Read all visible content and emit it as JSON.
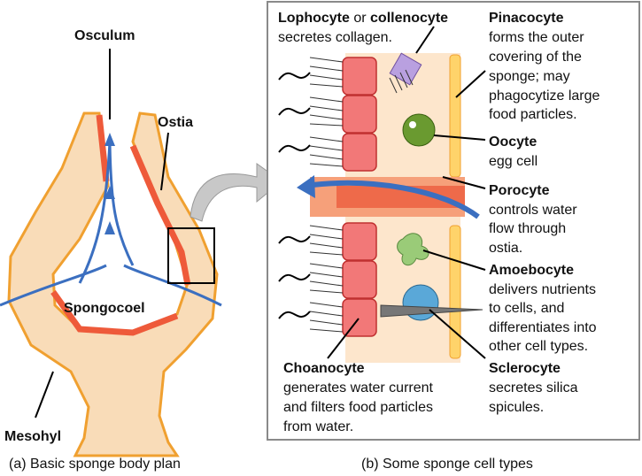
{
  "left": {
    "labels": {
      "osculum": "Osculum",
      "ostia": "Ostia",
      "spongocoel": "Spongocoel",
      "mesohyl": "Mesohyl"
    },
    "caption": "(a) Basic sponge body plan"
  },
  "right": {
    "caption": "(b) Some sponge cell types",
    "lophocyte": {
      "title1": "Lophocyte",
      "or": " or ",
      "title2": "collenocyte",
      "lines": [
        "secretes collagen."
      ]
    },
    "pinacocyte": {
      "title": "Pinacocyte",
      "lines": [
        "forms the outer",
        "covering of the",
        "sponge; may",
        "phagocytize large",
        "food particles."
      ]
    },
    "oocyte": {
      "title": "Oocyte",
      "lines": [
        "egg cell"
      ]
    },
    "porocyte": {
      "title": "Porocyte",
      "lines": [
        "controls water",
        "flow through",
        "ostia."
      ]
    },
    "amoebocyte": {
      "title": "Amoebocyte",
      "lines": [
        "delivers nutrients",
        "to cells, and",
        "differentiates into",
        "other cell types."
      ]
    },
    "sclerocyte": {
      "title": "Sclerocyte",
      "lines": [
        "secretes silica",
        "spicules."
      ]
    },
    "choanocyte": {
      "title": "Choanocyte",
      "lines": [
        "generates water current",
        "and filters food particles",
        "from water."
      ]
    }
  },
  "colors": {
    "wall": "#f9dcb8",
    "wall_edge": "#f0a030",
    "red": "#ee5a3a",
    "cell": "#f27878",
    "water": "#3b6fc0",
    "box": "#8a8a8a"
  }
}
